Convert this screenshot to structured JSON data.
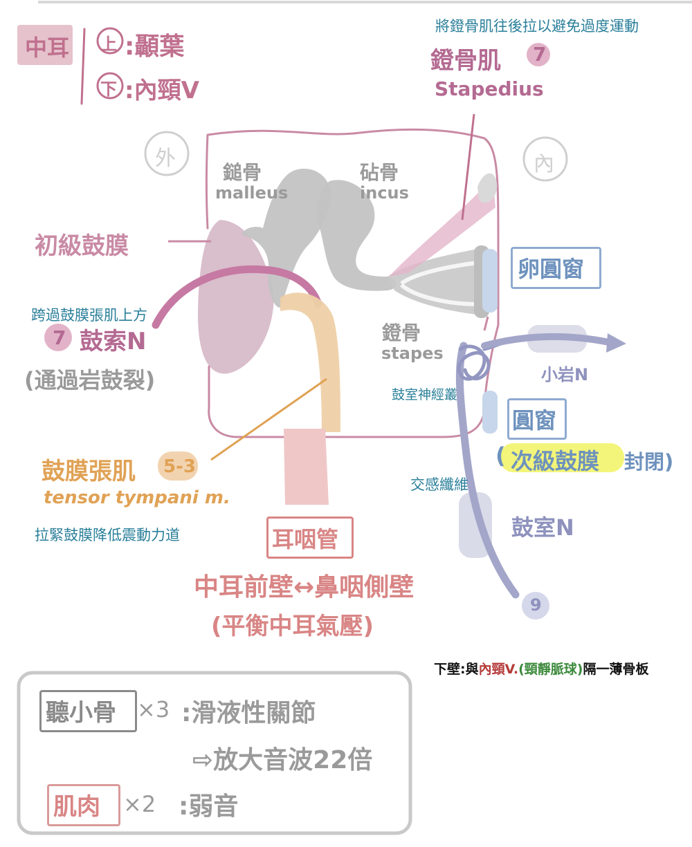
{
  "colors": {
    "pink": "#c0708e",
    "mauve": "#b46a92",
    "grey": "#9a9a9a",
    "teal": "#2a7f9a",
    "orange": "#e0a255",
    "red": "#d98585",
    "blue": "#6e92bd",
    "lavender": "#8e92bd",
    "highlight": "#f3f57a",
    "green": "#3c8a3c"
  },
  "header": {
    "title": "中耳",
    "upper_mark": "上",
    "upper_text": ":顳葉",
    "lower_mark": "下",
    "lower_text": ":內頸V"
  },
  "orientation": {
    "outer": "外",
    "inner": "內"
  },
  "stapedius": {
    "note": "將鐙骨肌往後拉以避免過度運動",
    "name": "鐙骨肌",
    "nerve_num": "7",
    "latin": "Stapedius"
  },
  "ossicles": {
    "malleus_zh": "鎚骨",
    "malleus_en": "malleus",
    "incus_zh": "砧骨",
    "incus_en": "incus",
    "stapes_zh": "鐙骨",
    "stapes_en": "stapes"
  },
  "membrane": {
    "primary": "初級鼓膜"
  },
  "chorda": {
    "note": "跨過鼓膜張肌上方",
    "num": "7",
    "name": "鼓索N",
    "via": "(通過岩鼓裂)"
  },
  "windows": {
    "oval": "卵圓窗",
    "round": "圓窗",
    "secondary_open": "(",
    "secondary_hl": "次級鼓膜",
    "secondary_rest": "封閉)"
  },
  "nerves": {
    "lesser_petrosal": "小岩N",
    "plexus": "鼓室神經叢",
    "sympathetic": "交感纖維",
    "tympanic": "鼓室N",
    "glosso_num": "9"
  },
  "tensor": {
    "name": "鼓膜張肌",
    "num": "5-3",
    "latin": "tensor tympani m.",
    "function": "拉緊鼓膜降低震動力道"
  },
  "eustachian": {
    "name": "耳咽管",
    "line1": "中耳前壁↔鼻咽側壁",
    "line2": "(平衡中耳氣壓)"
  },
  "floor": {
    "prefix": "下壁:與",
    "highlight_red": "內頸V.",
    "highlight_green": "(頸靜脈球)",
    "suffix": "隔一薄骨板"
  },
  "summary": {
    "ossicles_label": "聽小骨",
    "ossicles_count": "×3",
    "ossicles_text": ":滑液性關節",
    "amplify": "⇨放大音波22倍",
    "muscles_label": "肌肉",
    "muscles_count": "×2",
    "muscles_text": ":弱音"
  }
}
